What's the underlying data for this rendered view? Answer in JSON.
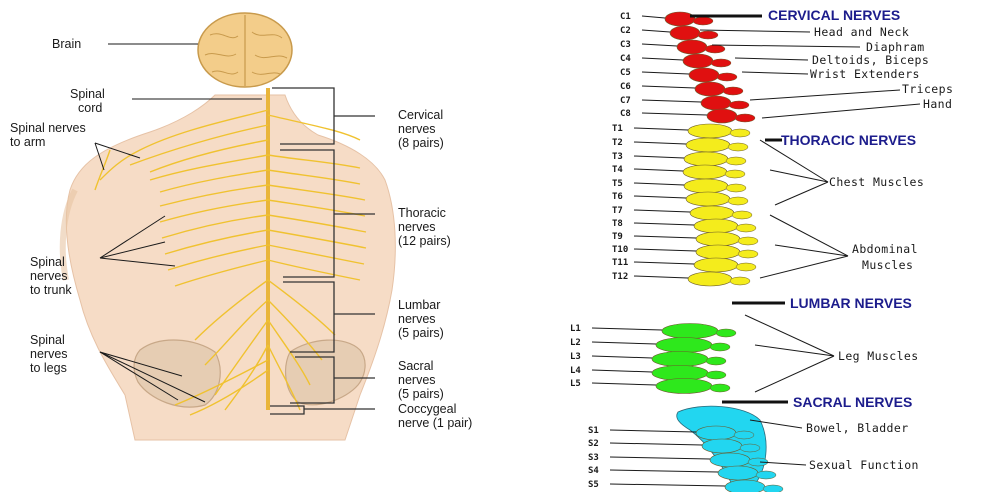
{
  "left": {
    "labels": {
      "brain": "Brain",
      "spinal_cord": [
        "Spinal",
        "cord"
      ],
      "spinal_nerves_arm": [
        "Spinal nerves",
        "to arm"
      ],
      "spinal_nerves_trunk": [
        "Spinal",
        "nerves",
        "to trunk"
      ],
      "spinal_nerves_legs": [
        "Spinal",
        "nerves",
        "to legs"
      ],
      "cervical": [
        "Cervical",
        "nerves",
        "(8 pairs)"
      ],
      "thoracic": [
        "Thoracic",
        "nerves",
        "(12 pairs)"
      ],
      "lumbar": [
        "Lumbar",
        "nerves",
        "(5 pairs)"
      ],
      "sacral": [
        "Sacral",
        "nerves",
        "(5 pairs)"
      ],
      "coccygeal": [
        "Coccygeal",
        "nerve (1 pair)"
      ]
    }
  },
  "right": {
    "headers": {
      "cervical": "CERVICAL NERVES",
      "thoracic": "THORACIC NERVES",
      "lumbar": "LUMBAR NERVES",
      "sacral": "SACRAL NERVES"
    },
    "vertebrae": {
      "cervical": [
        "C1",
        "C2",
        "C3",
        "C4",
        "C5",
        "C6",
        "C7",
        "C8"
      ],
      "thoracic": [
        "T1",
        "T2",
        "T3",
        "T4",
        "T5",
        "T6",
        "T7",
        "T8",
        "T9",
        "T10",
        "T11",
        "T12"
      ],
      "lumbar": [
        "L1",
        "L2",
        "L3",
        "L4",
        "L5"
      ],
      "sacral": [
        "S1",
        "S2",
        "S3",
        "S4",
        "S5"
      ]
    },
    "functions": {
      "head_neck": "Head and Neck",
      "diaphram": "Diaphram",
      "deltoids": "Deltoids, Biceps",
      "wrist": "Wrist Extenders",
      "triceps": "Triceps",
      "hand": "Hand",
      "chest": "Chest Muscles",
      "abdominal": [
        "Abdominal",
        "Muscles"
      ],
      "leg": "Leg Muscles",
      "bowel": "Bowel, Bladder",
      "sexual": "Sexual Function"
    },
    "colors": {
      "cervical": "#e01010",
      "thoracic": "#f4ec1c",
      "lumbar": "#2ee81c",
      "sacral": "#22d6f0",
      "header": "#1c1c8c"
    }
  }
}
